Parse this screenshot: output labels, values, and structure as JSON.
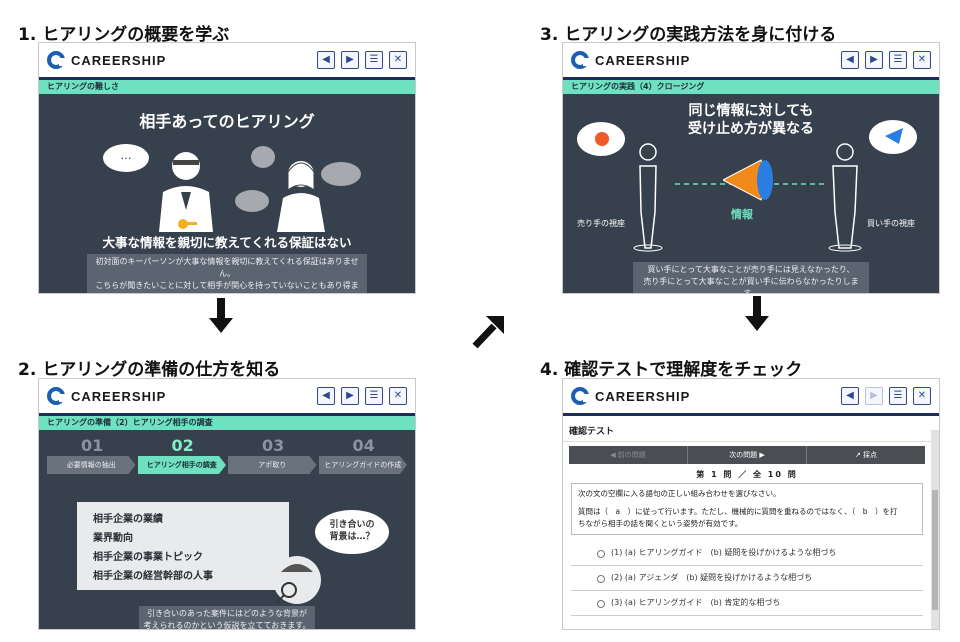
{
  "brand": "CAREERSHIP",
  "steps": [
    {
      "title": "1. ヒアリングの概要を学ぶ",
      "slide_bar": "ヒアリングの難しさ",
      "headline": "相手あってのヒアリング",
      "subheadline": "大事な情報を親切に教えてくれる保証はない",
      "bubble_text": "…",
      "caption_1": "初対面のキーパーソンが大事な情報を親切に教えてくれる保証はありません。",
      "caption_2": "こちらが聞きたいことに対して相手が関心を持っていないこともあり得ます。"
    },
    {
      "title": "2. ヒアリングの準備の仕方を知る",
      "slide_bar": "ヒアリングの準備（2）ヒアリング相手の調査",
      "tabs": [
        {
          "num": "01",
          "label": "必要情報の抽出"
        },
        {
          "num": "02",
          "label": "ヒアリング相手の調査"
        },
        {
          "num": "03",
          "label": "アポ取り"
        },
        {
          "num": "04",
          "label": "ヒアリングガイドの作成"
        }
      ],
      "topics": [
        "相手企業の業績",
        "業界動向",
        "相手企業の事業トピック",
        "相手企業の経営幹部の人事"
      ],
      "bubble_1": "引き合いの",
      "bubble_2": "背景は…？",
      "caption_1": "引き合いのあった案件にはどのような背景が",
      "caption_2": "考えられるのかという仮説を立てておきます。"
    },
    {
      "title": "3. ヒアリングの実践方法を身に付ける",
      "slide_bar": "ヒアリングの実践（4）クロージング",
      "headline_1": "同じ情報に対しても",
      "headline_2": "受け止め方が異なる",
      "left_label": "売り手の視座",
      "right_label": "買い手の視座",
      "center_label": "情報",
      "caption_1": "買い手にとって大事なことが売り手には見えなかったり、",
      "caption_2": "売り手にとって大事なことが買い手に伝わらなかったりします。"
    },
    {
      "title": "4. 確認テストで理解度をチェック",
      "test_header": "確認テスト",
      "nav": [
        "◀ 前の問題",
        "次の問題 ▶",
        "↗ 採点"
      ],
      "question_count": "第 1 問 ／ 全 10 問",
      "instruction": "次の文の空欄に入る語句の正しい組み合わせを選びなさい。",
      "question_1": "質問は（　a　）に従って行います。ただし、機械的に質問を重ねるのではなく、（　b　）を打",
      "question_2": "ちながら相手の話を聞くという姿勢が有効です。",
      "options": [
        "(1) (a) ヒアリングガイド　(b) 疑問を投げかけるような相づち",
        "(2) (a) アジェンダ　(b) 疑問を投げかけるような相づち",
        "(3) (a) ヒアリングガイド　(b) 肯定的な相づち"
      ]
    }
  ],
  "icons": [
    "prev-icon",
    "next-icon",
    "document-icon",
    "close-icon"
  ],
  "colors": {
    "accent": "#6fe1c0",
    "navy": "#1c2d5a",
    "stage": "#37404d",
    "logo": "#1c5fb2",
    "cone": "#f28a1a",
    "orange_dot": "#f05a28",
    "blue_mark": "#2a7de1"
  }
}
